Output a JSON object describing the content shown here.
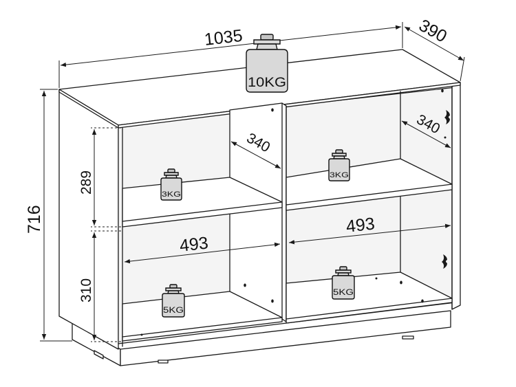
{
  "dimensions": {
    "width": "1035",
    "depth": "390",
    "height": "716",
    "top_compartment_height": "289",
    "bottom_compartment_height": "310",
    "left_shelf_depth": "340",
    "right_shelf_depth": "340",
    "left_compartment_width": "493",
    "right_compartment_width": "493"
  },
  "weights": {
    "top_load": "10KG",
    "upper_left_shelf": "3KG",
    "upper_right_shelf": "3KG",
    "lower_left_shelf": "5KG",
    "lower_right_shelf": "5KG"
  },
  "colors": {
    "line": "#1a1a1a",
    "weight_fill": "#d9d9d9",
    "background": "#ffffff"
  }
}
